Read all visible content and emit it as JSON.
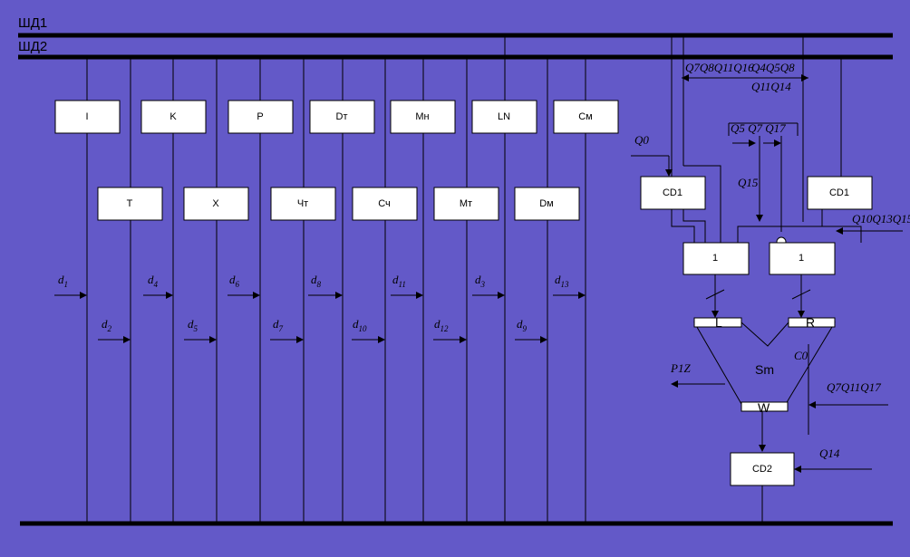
{
  "buses": {
    "bus1": "ШД1",
    "bus2": "ШД2"
  },
  "top_blocks": [
    "I",
    "K",
    "P",
    "Dт",
    "Мн",
    "LN",
    "См"
  ],
  "bottom_blocks": [
    "T",
    "X",
    "Чт",
    "Сч",
    "Мт",
    "Dм"
  ],
  "inputs_top": [
    {
      "base": "d",
      "sub": "1"
    },
    {
      "base": "d",
      "sub": "4"
    },
    {
      "base": "d",
      "sub": "6"
    },
    {
      "base": "d",
      "sub": "8"
    },
    {
      "base": "d",
      "sub": "11"
    },
    {
      "base": "d",
      "sub": "3"
    },
    {
      "base": "d",
      "sub": "13"
    }
  ],
  "inputs_bottom": [
    {
      "base": "d",
      "sub": "2"
    },
    {
      "base": "d",
      "sub": "5"
    },
    {
      "base": "d",
      "sub": "7"
    },
    {
      "base": "d",
      "sub": "10"
    },
    {
      "base": "d",
      "sub": "12"
    },
    {
      "base": "d",
      "sub": "9"
    }
  ],
  "right": {
    "cd1_left": "CD1",
    "cd1_right": "CD1",
    "or_left": "1",
    "or_right": "1",
    "adder": "Sm",
    "port_l": "L",
    "port_r": "R",
    "port_w": "W",
    "cd2": "CD2",
    "out_label": "P1Z",
    "c0_label": "C0",
    "q0_label": "Q0",
    "q15_label": "Q15",
    "q5_7_17_label": "Q5 Q7 Q17",
    "q_top1_label": "Q7Q8Q11Q16",
    "q_top2_label": "Q4Q5Q8",
    "q_top3_label": "Q11Q14",
    "q_10_13_15_label": "Q10Q13Q15",
    "q_7_11_17_label": "Q7Q11Q17",
    "q14_label": "Q14"
  }
}
